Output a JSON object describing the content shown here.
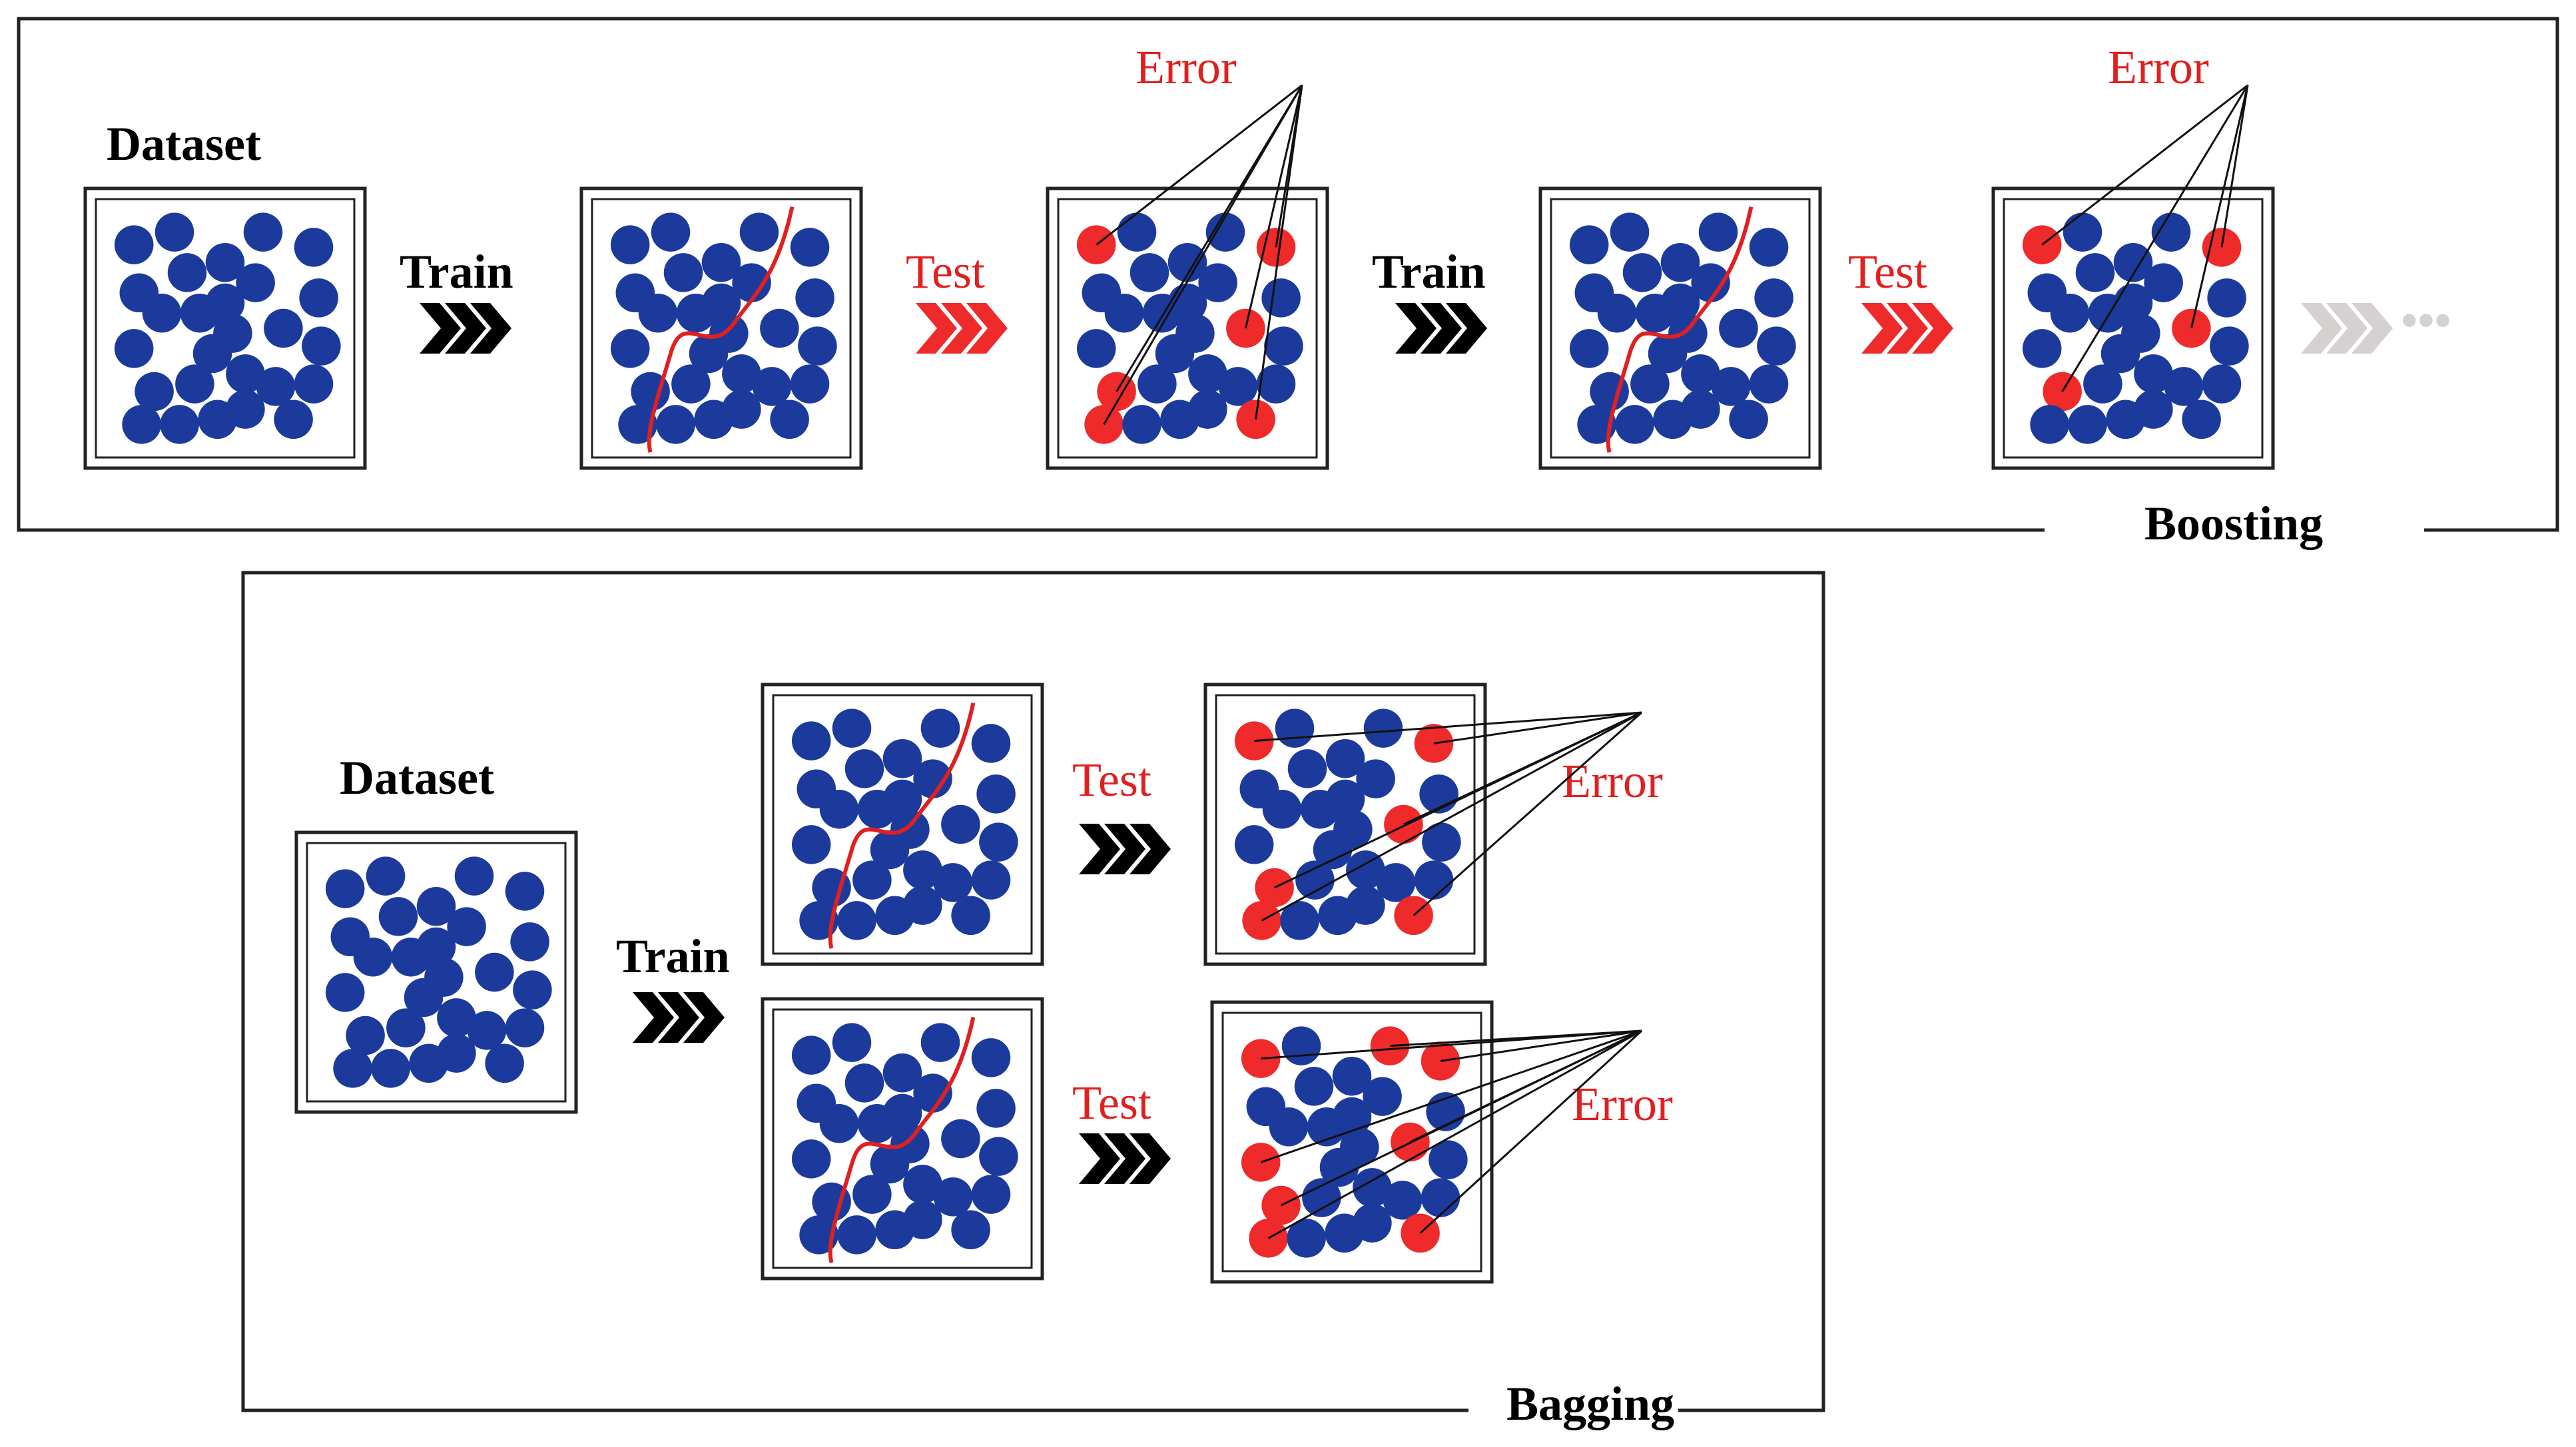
{
  "boosting": {
    "section_label": "Boosting",
    "dataset_label": "Dataset",
    "steps": [
      "Train",
      "Test",
      "Train",
      "Test"
    ],
    "error_labels": [
      "Error",
      "Error"
    ],
    "continuation": "•••"
  },
  "bagging": {
    "section_label": "Bagging",
    "dataset_label": "Dataset",
    "train_label": "Train",
    "test_labels": [
      "Test",
      "Test"
    ],
    "error_labels": [
      "Error",
      "Error"
    ]
  },
  "colors": {
    "point": "#1c3a9c",
    "error_point": "#ee2a2a",
    "label_red": "#e02020",
    "faded_arrow": "#d6d1d1",
    "frame": "#222222"
  }
}
